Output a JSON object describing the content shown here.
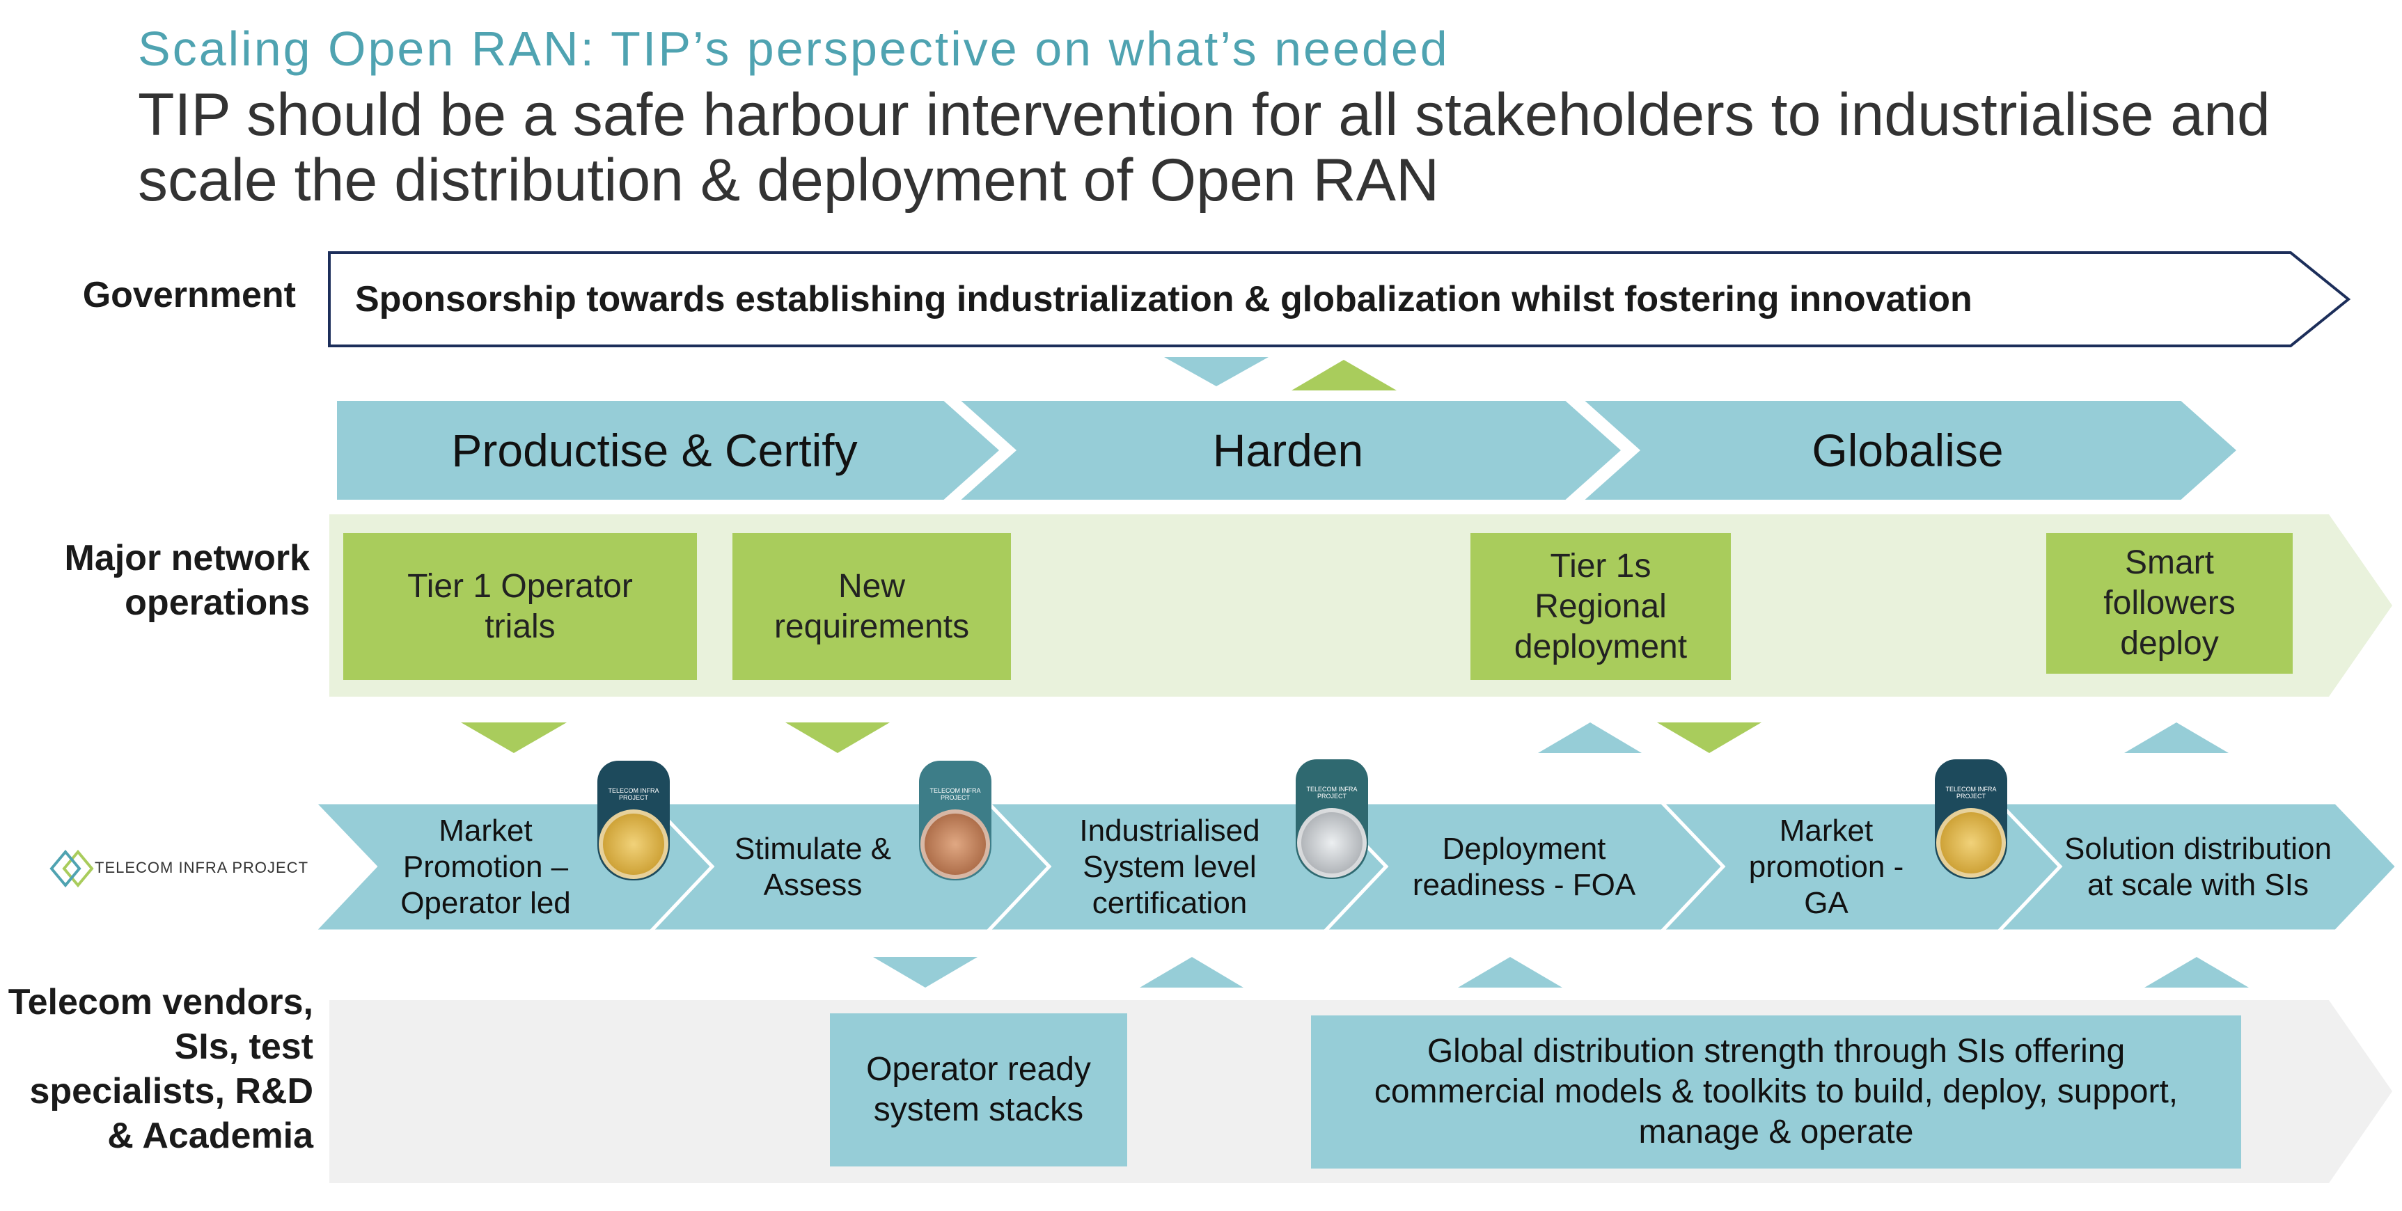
{
  "header": {
    "kicker": "Scaling Open RAN: TIP’s perspective on what’s needed",
    "title": "TIP should be a safe harbour intervention for all stakeholders to industrialise and scale the distribution & deployment of Open RAN"
  },
  "rows": {
    "government": "Government",
    "major": "Major network operations",
    "vendors": "Telecom vendors, SIs, test specialists, R&D & Academia"
  },
  "government_banner": "Sponsorship towards establishing industrialization & globalization whilst fostering innovation",
  "phases": [
    "Productise & Certify",
    "Harden",
    "Globalise"
  ],
  "operator_boxes": [
    "Tier 1 Operator trials",
    "New requirements",
    "Tier 1s Regional deployment",
    "Smart followers deploy"
  ],
  "logo": "TELECOM INFRA PROJECT",
  "process_steps": [
    "Market Promotion – Operator led",
    "Stimulate & Assess",
    "Industrialised System level certification",
    "Deployment readiness - FOA",
    "Market promotion - GA",
    "Solution distribution at scale with SIs"
  ],
  "badges": [
    {
      "type": "TIP Gold - Commercial Grade",
      "color": "#d4a62a"
    },
    {
      "type": "TIP Bronze - Requirements Compliant",
      "color": "#b06d45"
    },
    {
      "type": "TIP Silver - Controlled Environment",
      "color": "#b9bcc0"
    },
    {
      "type": "TIP Gold - Commercial Grade",
      "color": "#d4a62a"
    }
  ],
  "badge_header": "TELECOM INFRA PROJECT",
  "vendor_boxes": [
    "Operator ready system stacks",
    "Global distribution strength through SIs offering commercial models & toolkits to build, deploy, support, manage & operate"
  ],
  "colors": {
    "teal": "#96cdd7",
    "green": "#a9cc5c",
    "green_band": "#e9f2dc",
    "gray_band": "#f0f0f0",
    "navy": "#1c2e5a",
    "kicker": "#4fa3b1"
  }
}
